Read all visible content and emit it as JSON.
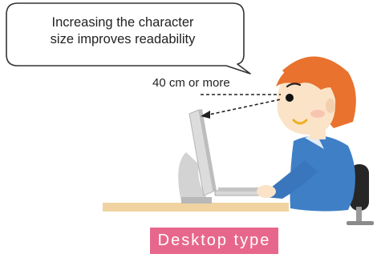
{
  "speech_bubble": {
    "line1": "Increasing the character",
    "line2": "size improves readability"
  },
  "distance_label": "40 cm or more",
  "caption": "Desktop type",
  "colors": {
    "caption_background": "#e7678c",
    "hair": "#e8722e",
    "skin": "#fbe3c8",
    "shirt": "#3f7fc6",
    "desk": "#f0d3a0",
    "monitor": "#d8d8d8",
    "chair": "#2a2a2a"
  }
}
